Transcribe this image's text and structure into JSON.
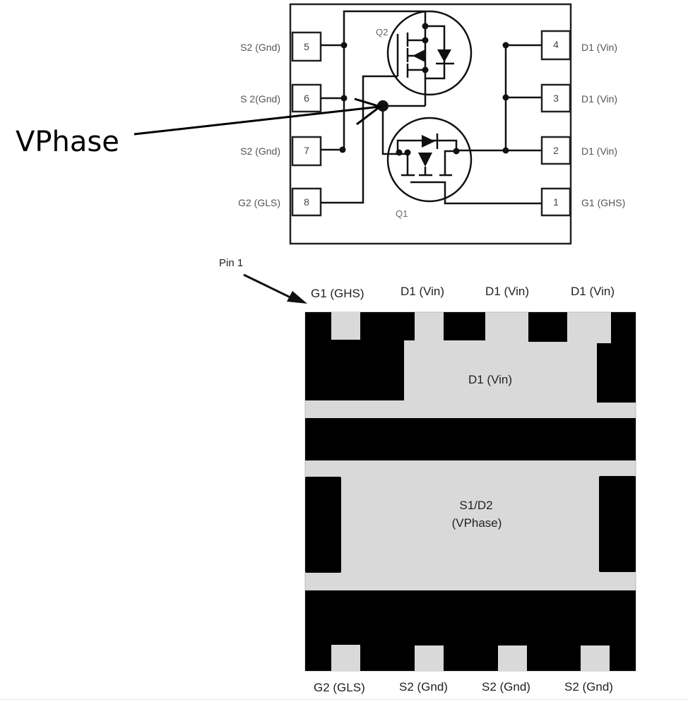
{
  "callout": {
    "label": "VPhase"
  },
  "schematic": {
    "left_pins": [
      {
        "num": "5",
        "label": "S2 (Gnd)"
      },
      {
        "num": "6",
        "label": "S 2(Gnd)"
      },
      {
        "num": "7",
        "label": "S2 (Gnd)"
      },
      {
        "num": "8",
        "label": "G2 (GLS)"
      }
    ],
    "right_pins": [
      {
        "num": "4",
        "label": "D1 (Vin)"
      },
      {
        "num": "3",
        "label": "D1 (Vin)"
      },
      {
        "num": "2",
        "label": "D1 (Vin)"
      },
      {
        "num": "1",
        "label": "G1 (GHS)"
      }
    ],
    "transistors": {
      "q2": "Q2",
      "q1": "Q1"
    }
  },
  "package": {
    "pin1_marker": "Pin 1",
    "top_labels": [
      "G1 (GHS)",
      "D1 (Vin)",
      "D1 (Vin)",
      "D1 (Vin)"
    ],
    "bottom_labels": [
      "G2 (GLS)",
      "S2 (Gnd)",
      "S2 (Gnd)",
      "S2 (Gnd)"
    ],
    "pad_labels": {
      "drain": "D1 (Vin)",
      "phase_line1": "S1/D2",
      "phase_line2": "(VPhase)"
    },
    "colors": {
      "metal": "#000000",
      "substrate": "#d9d9d9"
    }
  }
}
